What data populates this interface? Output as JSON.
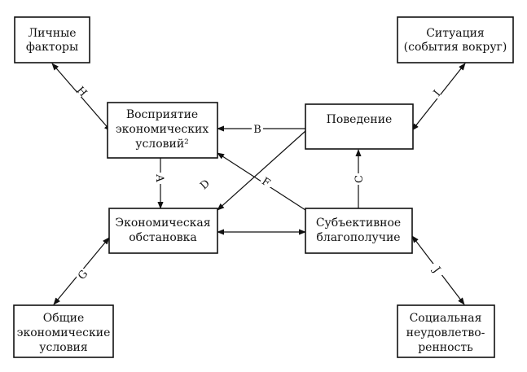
{
  "nodes": {
    "personal_factors": [
      "Личные",
      "факторы"
    ],
    "situation": [
      "Ситуация",
      "(события вокруг)"
    ],
    "perception": [
      "Восприятие",
      "экономических",
      "условий²"
    ],
    "behavior": [
      "Поведение"
    ],
    "economic_situation": [
      "Экономическая",
      "обстановка"
    ],
    "subjective_wellbeing": [
      "Субъективное",
      "благополучие"
    ],
    "general_conditions": [
      "Общие",
      "экономические",
      "условия"
    ],
    "social_discontent": [
      "Социальная",
      "неудовлетво-",
      "ренность"
    ]
  },
  "edges": {
    "A": "A",
    "B": "B",
    "C": "C",
    "D": "D",
    "F": "F",
    "G": "G",
    "H": "H",
    "I": "I",
    "J": "J"
  }
}
